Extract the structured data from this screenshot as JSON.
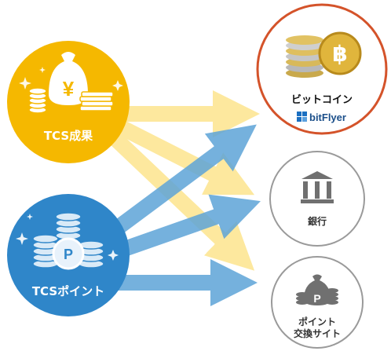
{
  "sources": {
    "tcs_result": {
      "label": "TCS成果",
      "color": "#f5b800"
    },
    "tcs_point": {
      "label": "TCSポイント",
      "color": "#2f86c9"
    }
  },
  "destinations": {
    "bitcoin": {
      "label": "ビットコイン",
      "brand": "bitFlyer",
      "ring_color": "#d4532a"
    },
    "bank": {
      "label": "銀行"
    },
    "point_exchange": {
      "label_line1": "ポイント",
      "label_line2": "交換サイト"
    }
  },
  "arrows": {
    "yellow": "#fde58e",
    "blue": "#5ea4d8"
  },
  "icons": {
    "money_bag_symbol": "¥",
    "coin_symbol": "P",
    "bitcoin_symbol": "฿"
  }
}
